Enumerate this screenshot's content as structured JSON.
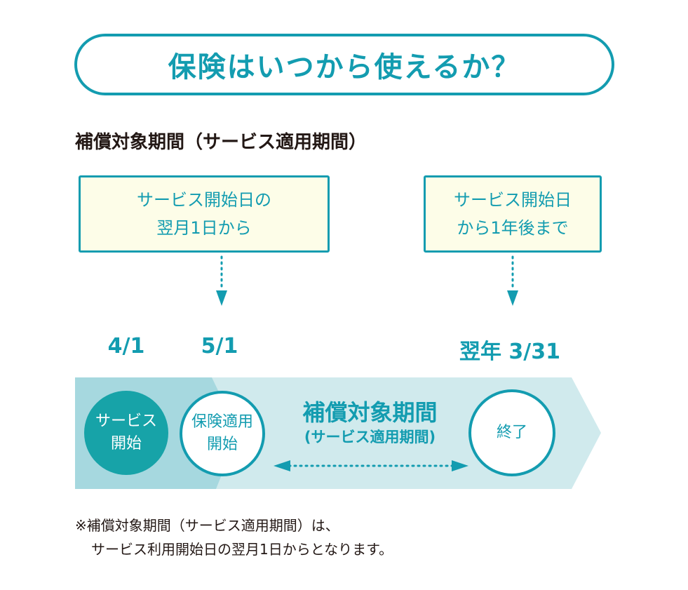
{
  "title": "保険はいつから使えるか？",
  "subtitle": "補償対象期間（サービス適用期間）",
  "callouts": [
    {
      "line1": "サービス開始日の",
      "line2": "翌月1日から"
    },
    {
      "line1": "サービス開始日",
      "line2": "から1年後まで"
    }
  ],
  "dates": {
    "service_start": "4/1",
    "coverage_start": "5/1",
    "end": "翌年 3/31"
  },
  "timeline": {
    "service_start": {
      "line1": "サービス",
      "line2": "開始"
    },
    "coverage_start": {
      "line1": "保険適用",
      "line2": "開始"
    },
    "period_label": "補償対象期間",
    "period_sublabel": "(サービス適用期間)",
    "end_label": "終了"
  },
  "footnote": {
    "line1": "※補償対象期間（サービス適用期間）は、",
    "line2": "サービス利用開始日の翌月1日からとなります。"
  },
  "colors": {
    "teal": "#139cb0",
    "circle_fill": "#17a3a8",
    "bar_dark": "#a6d8df",
    "bar_light": "#d0eaed",
    "box_bg": "#fdfde8"
  }
}
